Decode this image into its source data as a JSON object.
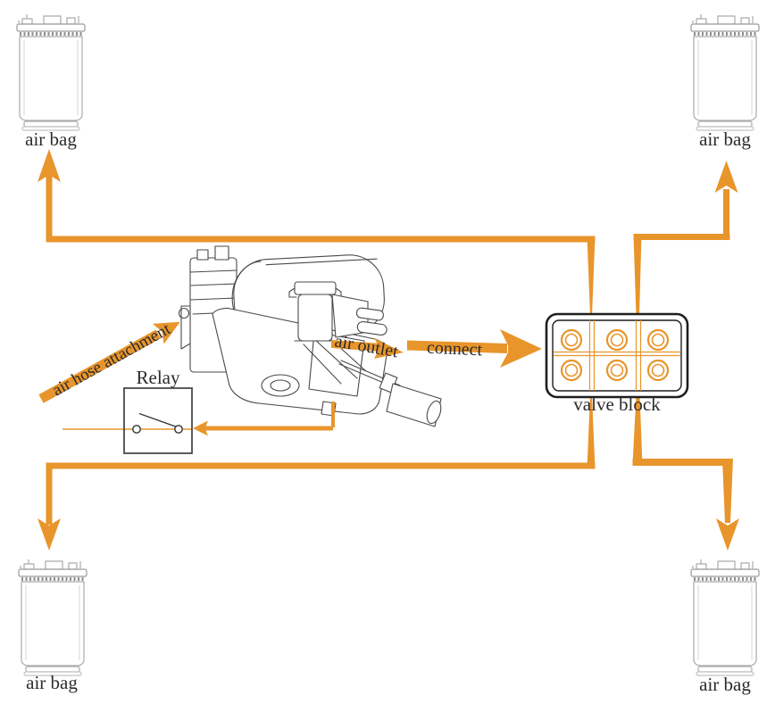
{
  "diagram": {
    "labels": {
      "air_bag_top_left": "air bag",
      "air_bag_top_right": "air bag",
      "air_bag_bottom_left": "air bag",
      "air_bag_bottom_right": "air bag",
      "relay": "Relay",
      "valve_block": "valve block",
      "connect": "connect",
      "air_outlet": "air outlet",
      "air_hose_attachment": "air hose attachment"
    },
    "colors": {
      "pipe_orange": "#E8952B",
      "label_text": "#2B2B2B",
      "line_art": "#4A4A4A",
      "canister_line": "#ABABAB",
      "valve_block_border": "#1E1E1E",
      "background": "#FFFFFF"
    },
    "components": [
      {
        "name": "air-bag-canister",
        "count": 4
      },
      {
        "name": "compressor-illustration",
        "count": 1
      },
      {
        "name": "relay-switch-symbol",
        "count": 1
      },
      {
        "name": "valve-block",
        "count": 1,
        "ports": 6
      }
    ]
  }
}
